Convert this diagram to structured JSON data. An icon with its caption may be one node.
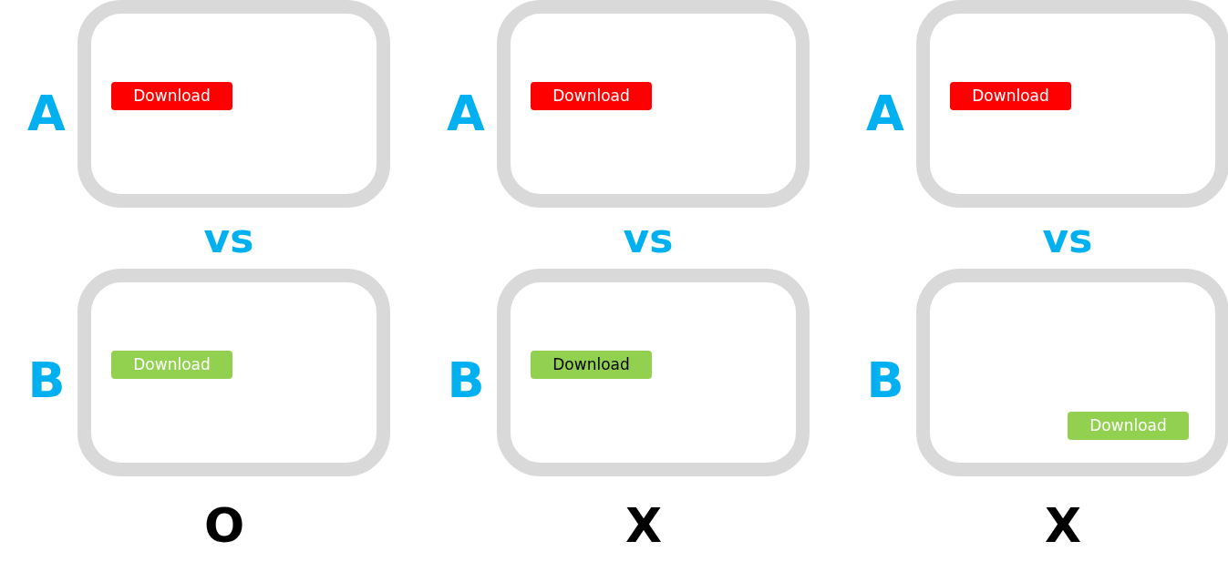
{
  "diagram": {
    "nodes": [
      {
        "text": [],
        "shape": "box"
      },
      {
        "text": [
          "Download"
        ],
        "in": 0
      },
      {
        "text": [],
        "shape": "box"
      },
      {
        "text": [
          "Download"
        ],
        "in": 2
      },
      {
        "text": [],
        "shape": "box"
      },
      {
        "text": [
          "Download"
        ],
        "in": 4
      },
      {
        "text": [],
        "shape": "box"
      },
      {
        "text": [
          "Download"
        ],
        "in": 6
      },
      {
        "text": [],
        "shape": "box"
      },
      {
        "text": [
          "Download"
        ],
        "in": 8
      },
      {
        "text": [],
        "shape": "box"
      },
      {
        "text": [
          "Download"
        ],
        "in": 10
      }
    ],
    "edges": [],
    "labels": [
      "A",
      "A",
      "A",
      "vs",
      "vs",
      "vs",
      "B",
      "B",
      "B",
      "O",
      "X",
      "X"
    ]
  }
}
